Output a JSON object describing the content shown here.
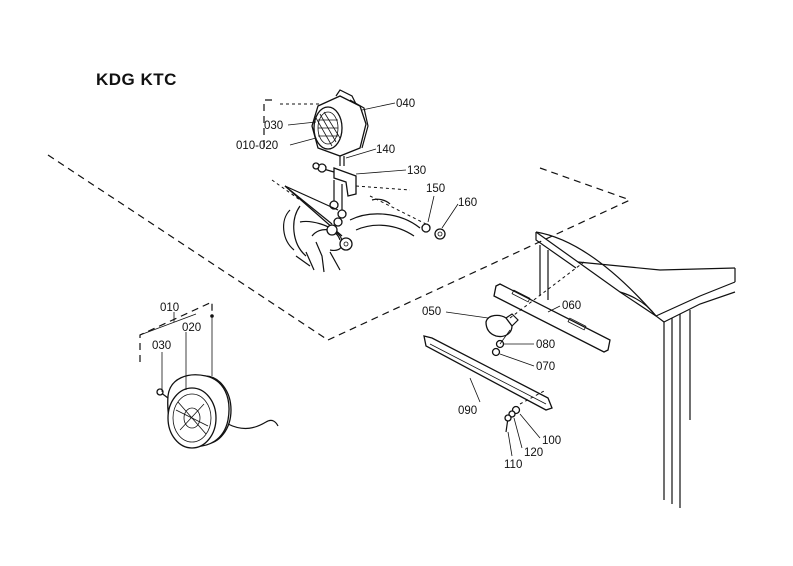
{
  "diagram": {
    "title": "KDG KTC",
    "labels": {
      "l040": "040",
      "l030a": "030",
      "l010_020a": "010-020",
      "l140": "140",
      "l130": "130",
      "l150": "150",
      "l160": "160",
      "l010b": "010",
      "l020b": "020",
      "l030b": "030",
      "l050": "050",
      "l060": "060",
      "l080": "080",
      "l070": "070",
      "l090": "090",
      "l100": "100",
      "l120": "120",
      "l110": "110"
    }
  }
}
